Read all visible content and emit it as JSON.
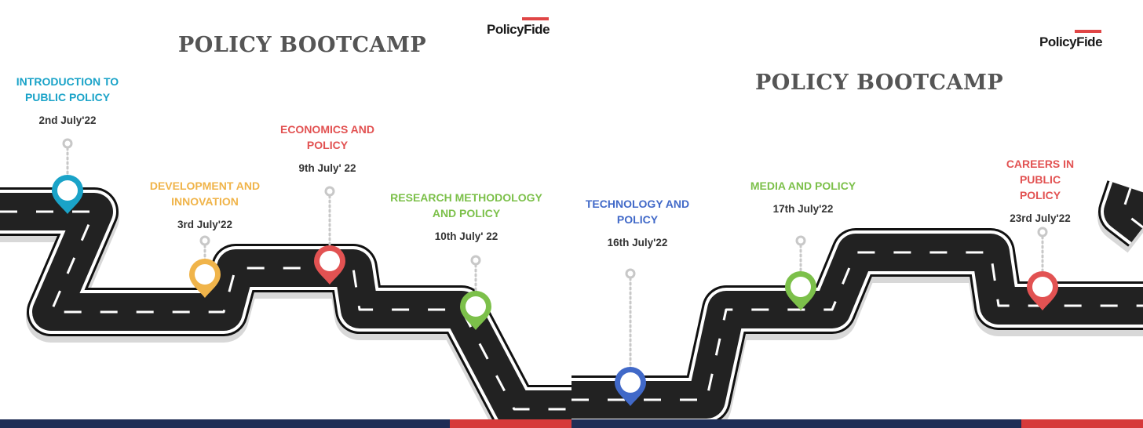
{
  "panels": [
    {
      "title": "POLICY BOOTCAMP",
      "logo": "PolicyFide"
    },
    {
      "title": "POLICY BOOTCAMP",
      "logo": "PolicyFide"
    }
  ],
  "milestones": [
    {
      "title_line1": "INTRODUCTION TO",
      "title_line2": "PUBLIC POLICY",
      "date": "2nd July'22",
      "color": "#1aa3c8",
      "marker": "pin"
    },
    {
      "title_line1": "DEVELOPMENT AND",
      "title_line2": "INNOVATION",
      "date": "3rd July'22",
      "color": "#f0b44a",
      "marker": "pin"
    },
    {
      "title_line1": "ECONOMICS AND",
      "title_line2": "POLICY",
      "date": "9th July' 22",
      "color": "#e25252",
      "marker": "pin"
    },
    {
      "title_line1": "RESEARCH METHODOLOGY",
      "title_line2": "AND POLICY",
      "date": "10th July' 22",
      "color": "#7cc04a",
      "marker": "pin"
    },
    {
      "title_line1": "TECHNOLOGY AND",
      "title_line2": "POLICY",
      "date": "16th July'22",
      "color": "#4169c8",
      "marker": "pin"
    },
    {
      "title_line1": "MEDIA AND POLICY",
      "title_line2": "",
      "date": "17th July'22",
      "color": "#7cc04a",
      "marker": "pin"
    },
    {
      "title_line1": "CAREERS IN PUBLIC",
      "title_line2": "POLICY",
      "date": "23rd July'22",
      "color": "#e25252",
      "marker": "pin"
    }
  ],
  "colors": {
    "road": "#222222",
    "road_outline": "#ffffff",
    "road_border": "#111111",
    "road_shadow": "#d8d8d8",
    "lane": "#ffffff",
    "stem": "#c8c8c8",
    "stripe_navy": "#1f2d55",
    "stripe_red": "#d63a3a",
    "title_gray": "#555555"
  }
}
